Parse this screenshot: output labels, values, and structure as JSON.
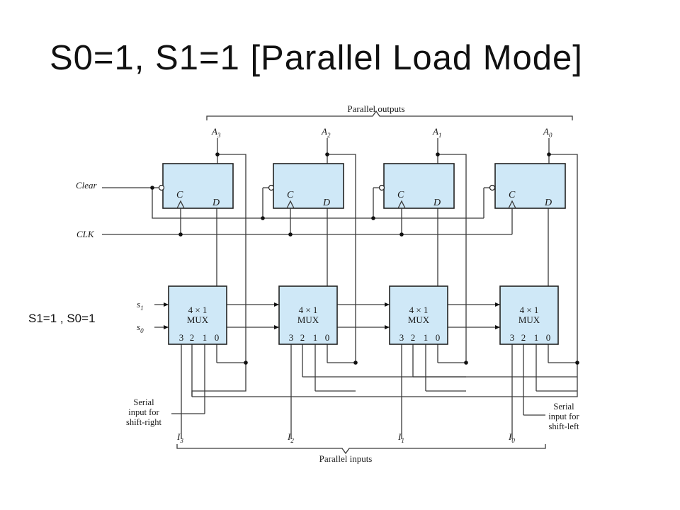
{
  "title": "S0=1, S1=1  [Parallel Load Mode]",
  "side_note": "S1=1 , S0=1",
  "diagram": {
    "parallel_outputs_label": "Parallel outputs",
    "parallel_inputs_label": "Parallel inputs",
    "outputs": [
      {
        "base": "A",
        "sub": "3"
      },
      {
        "base": "A",
        "sub": "2"
      },
      {
        "base": "A",
        "sub": "1"
      },
      {
        "base": "A",
        "sub": "0"
      }
    ],
    "inputs": [
      {
        "base": "I",
        "sub": "3"
      },
      {
        "base": "I",
        "sub": "2"
      },
      {
        "base": "I",
        "sub": "1"
      },
      {
        "base": "I",
        "sub": "0"
      }
    ],
    "clear_label": "Clear",
    "clk_label": "CLK",
    "flipflop_clock_pin": "C",
    "flipflop_data_pin": "D",
    "mux_label_line1": "4 × 1",
    "mux_label_line2": "MUX",
    "mux_pins": [
      "3",
      "2",
      "1",
      "0"
    ],
    "select_lines": [
      {
        "base": "s",
        "sub": "1"
      },
      {
        "base": "s",
        "sub": "0"
      }
    ],
    "serial_right_label": [
      "Serial",
      "input for",
      "shift-right"
    ],
    "serial_left_label": [
      "Serial",
      "input for",
      "shift-left"
    ]
  }
}
